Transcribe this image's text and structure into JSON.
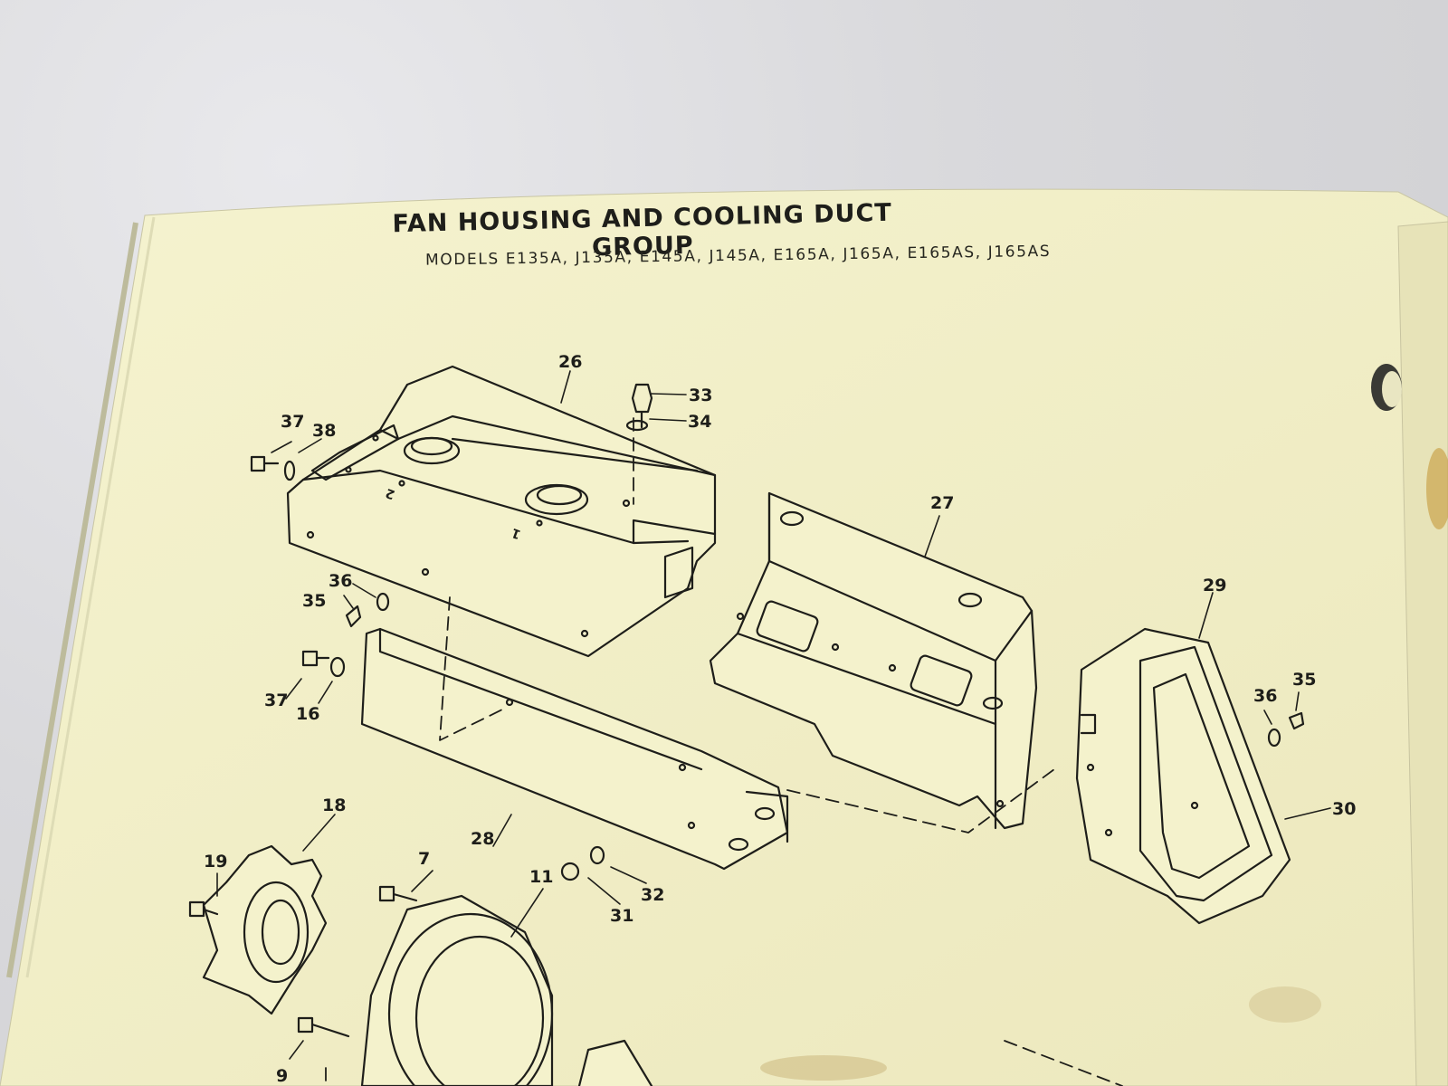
{
  "header": {
    "title": "FAN HOUSING AND COOLING DUCT GROUP",
    "subtitle": "MODELS E135A, J135A, E145A, J145A, E165A, J165A, E165AS, J165AS"
  },
  "diagram": {
    "stamped_marks": [
      "2",
      "1"
    ],
    "callouts": [
      {
        "id": "c26",
        "label": "26"
      },
      {
        "id": "c33",
        "label": "33"
      },
      {
        "id": "c34",
        "label": "34"
      },
      {
        "id": "c37a",
        "label": "37"
      },
      {
        "id": "c38",
        "label": "38"
      },
      {
        "id": "c36a",
        "label": "36"
      },
      {
        "id": "c35a",
        "label": "35"
      },
      {
        "id": "c37b",
        "label": "37"
      },
      {
        "id": "c16",
        "label": "16"
      },
      {
        "id": "c27",
        "label": "27"
      },
      {
        "id": "c28",
        "label": "28"
      },
      {
        "id": "c29",
        "label": "29"
      },
      {
        "id": "c35b",
        "label": "35"
      },
      {
        "id": "c36b",
        "label": "36"
      },
      {
        "id": "c30",
        "label": "30"
      },
      {
        "id": "c18",
        "label": "18"
      },
      {
        "id": "c19",
        "label": "19"
      },
      {
        "id": "c7",
        "label": "7"
      },
      {
        "id": "c11",
        "label": "11"
      },
      {
        "id": "c32",
        "label": "32"
      },
      {
        "id": "c31",
        "label": "31"
      },
      {
        "id": "c9",
        "label": "9"
      }
    ]
  },
  "colors": {
    "paper": "#f3f1c8",
    "ink": "#1e1e1a",
    "background": "#d9d9dc"
  }
}
